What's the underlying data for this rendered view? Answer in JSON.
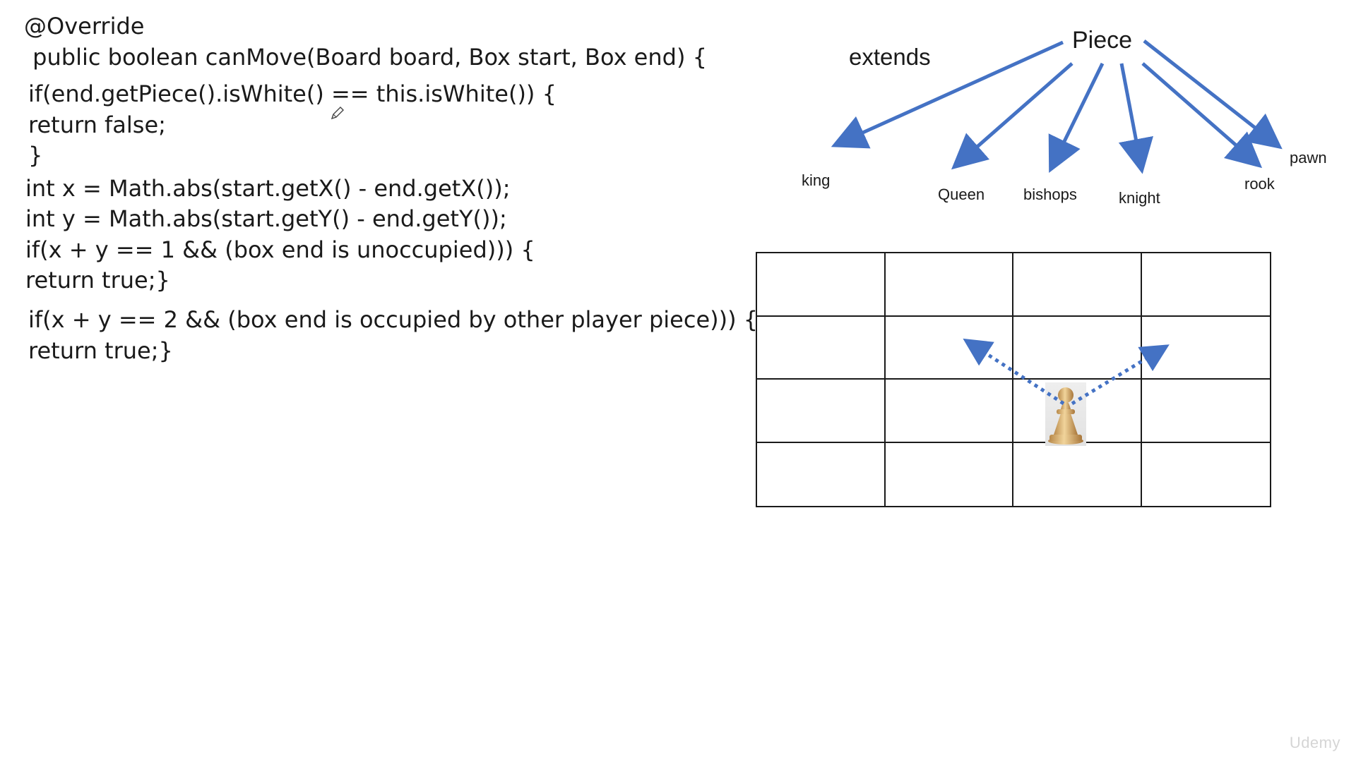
{
  "code": {
    "lines": [
      "@Override",
      " public boolean canMove(Board board, Box start, Box end) {",
      "if(end.getPiece().isWhite() == this.isWhite()) {",
      "return false;",
      "}",
      "int x = Math.abs(start.getX() - end.getX());",
      "int y = Math.abs(start.getY() - end.getY());",
      "if(x + y == 1 && (box end is unoccupied))) {",
      "return true;}",
      "if(x + y == 2 && (box end is occupied by other player piece))) {",
      "return true;}"
    ]
  },
  "hierarchy": {
    "root": "Piece",
    "relation": "extends",
    "children": [
      "king",
      "Queen",
      "bishops",
      "knight",
      "rook",
      "pawn"
    ],
    "arrow_color": "#4472c4"
  },
  "board": {
    "rows": 4,
    "cols": 4,
    "pawn_cell": {
      "row": 3,
      "col": 3
    },
    "move_color": "#4472c4"
  },
  "icons": {
    "pawn": "chess-pawn-icon",
    "cursor": "pen-cursor-icon"
  },
  "watermark": "Udemy"
}
